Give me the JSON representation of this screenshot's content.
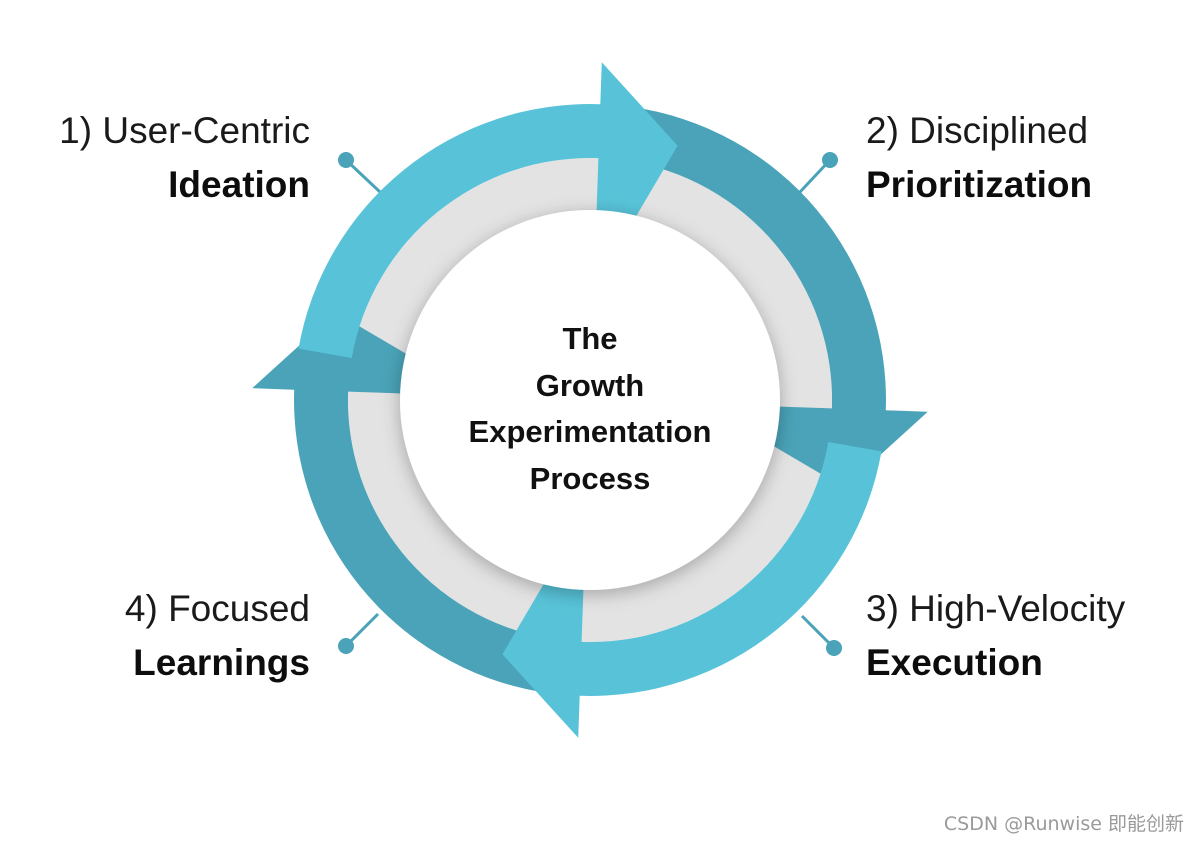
{
  "stages": [
    {
      "number_text": "1) User-Centric",
      "title": "Ideation"
    },
    {
      "number_text": "2) Disciplined",
      "title": "Prioritization"
    },
    {
      "number_text": "3) High-Velocity",
      "title": "Execution"
    },
    {
      "number_text": "4) Focused",
      "title": "Learnings"
    }
  ],
  "center": {
    "line1": "The",
    "line2": "Growth",
    "line3": "Experimentation",
    "line4": "Process"
  },
  "watermark": "CSDN @Runwise 即能创新",
  "colors": {
    "arrow_light": "#58C3D8",
    "arrow_dark": "#4AA3B8",
    "connector": "#4AA3B8",
    "gray_ring": "#E3E3E3",
    "inner_circle": "#FFFFFF",
    "text": "#111111"
  }
}
